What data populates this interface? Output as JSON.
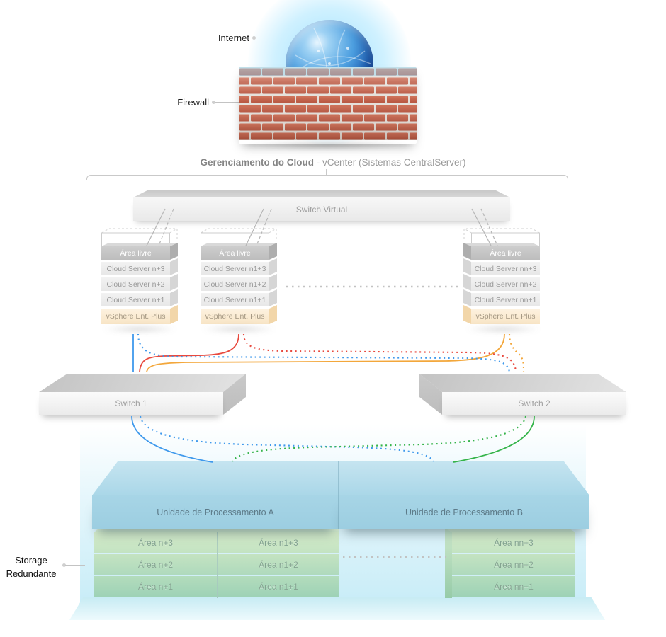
{
  "colors": {
    "blue": "#3f99ec",
    "red": "#e8493e",
    "orange": "#f3a73b",
    "green": "#35b44a",
    "gray_dots": "#c2c2c2",
    "stub_gray": "#b5b5b5"
  },
  "top": {
    "internet_label": "Internet",
    "firewall_label": "Firewall"
  },
  "title": {
    "bold": "Gerenciamento do Cloud",
    "regular": " - vCenter (Sistemas CentralServer)"
  },
  "virtual_switch": {
    "label": "Switch Virtual"
  },
  "stacks": [
    {
      "free_area": "Área livre",
      "servers": [
        "Cloud Server n+3",
        "Cloud Server n+2",
        "Cloud Server n+1"
      ],
      "license": "vSphere Ent. Plus"
    },
    {
      "free_area": "Área livre",
      "servers": [
        "Cloud Server n1+3",
        "Cloud Server n1+2",
        "Cloud Server n1+1"
      ],
      "license": "vSphere Ent. Plus"
    },
    {
      "free_area": "Área livre",
      "servers": [
        "Cloud Server nn+3",
        "Cloud Server nn+2",
        "Cloud Server nn+1"
      ],
      "license": "vSphere Ent. Plus"
    }
  ],
  "switches": [
    {
      "label": "Switch 1"
    },
    {
      "label": "Switch 2"
    }
  ],
  "storage": {
    "label_line1": "Storage",
    "label_line2": "Redundante",
    "units": [
      {
        "label": "Unidade de Processamento A"
      },
      {
        "label": "Unidade de Processamento B"
      }
    ],
    "groups": [
      {
        "areas": [
          "Área n+3",
          "Área n+2",
          "Área n+1"
        ]
      },
      {
        "areas": [
          "Área n1+3",
          "Área n1+2",
          "Área n1+1"
        ]
      },
      {
        "areas": [
          "Área nn+3",
          "Área nn+2",
          "Área nn+1"
        ]
      }
    ]
  }
}
